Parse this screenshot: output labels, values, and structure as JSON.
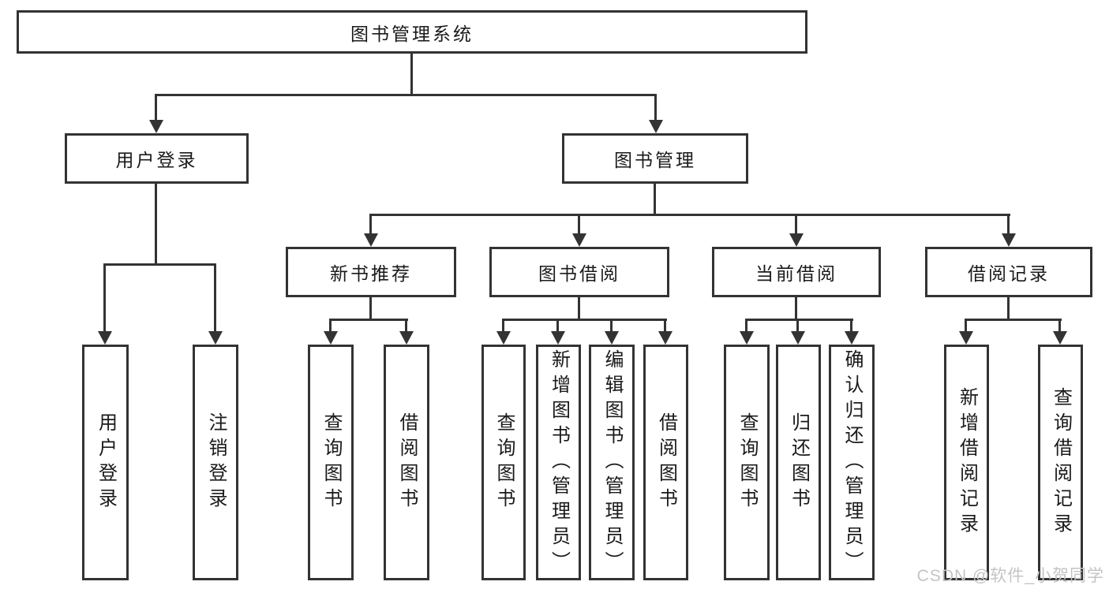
{
  "diagram": {
    "type": "hierarchy-tree",
    "tree": {
      "root": "图书管理系统",
      "branches": [
        {
          "label": "用户登录",
          "leaves": [
            "用户登录",
            "注销登录"
          ]
        },
        {
          "label": "图书管理",
          "groups": [
            {
              "label": "新书推荐",
              "leaves": [
                "查询图书",
                "借阅图书"
              ]
            },
            {
              "label": "图书借阅",
              "leaves": [
                "查询图书",
                "新增图书（管理员）",
                "编辑图书（管理员）",
                "借阅图书"
              ]
            },
            {
              "label": "当前借阅",
              "leaves": [
                "查询图书",
                "归还图书",
                "确认归还（管理员）"
              ]
            },
            {
              "label": "借阅记录",
              "leaves": [
                "新增借阅记录",
                "查询借阅记录"
              ]
            }
          ]
        }
      ]
    },
    "watermark": "CSDN @软件_小贺同学",
    "colors": {
      "line": "#333333",
      "text": "#1a1a1a",
      "background": "#ffffff",
      "watermark": "#c4c4c4"
    }
  }
}
